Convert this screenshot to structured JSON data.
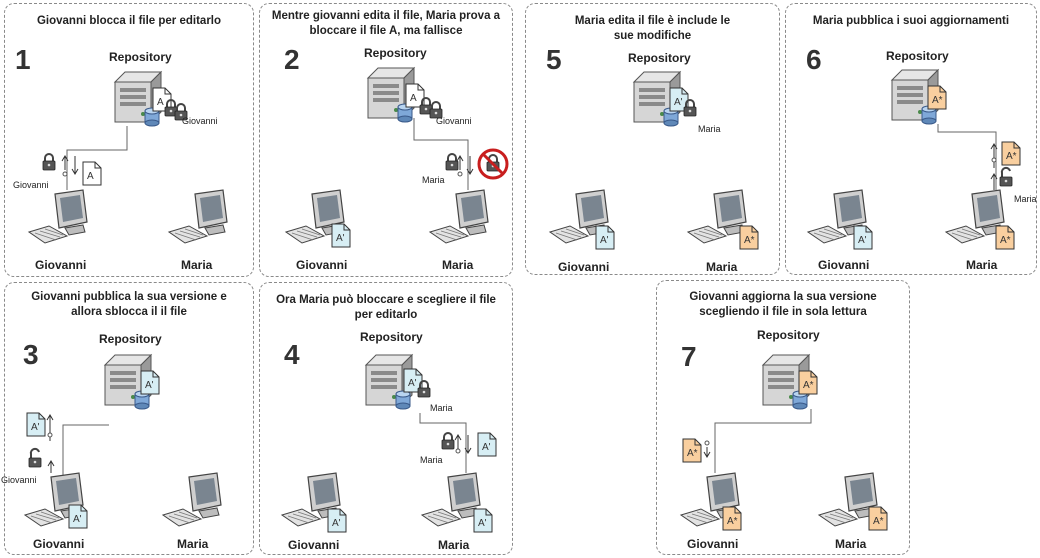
{
  "labels": {
    "repository": "Repository",
    "giovanni": "Giovanni",
    "maria": "Maria",
    "file_a": "A",
    "file_a_prime": "A'",
    "file_a_star": "A*"
  },
  "panels": [
    {
      "number": "1",
      "title": "Giovanni blocca il file per editarlo"
    },
    {
      "number": "2",
      "title": "Mentre giovanni edita il file,  Maria prova a bloccare il file A, ma fallisce"
    },
    {
      "number": "5",
      "title": "Maria edita il file è include le sue modifiche"
    },
    {
      "number": "6",
      "title": "Maria pubblica i suoi aggiornamenti"
    },
    {
      "number": "3",
      "title": "Giovanni pubblica la sua versione e allora sblocca il il file"
    },
    {
      "number": "4",
      "title": "Ora Maria può bloccare e scegliere il file per editarlo"
    },
    {
      "number": "7",
      "title": "Giovanni  aggiorna la sua versione scegliendo il file in sola lettura"
    }
  ],
  "colors": {
    "border": "#8a8a8a",
    "file_white": "#ffffff",
    "file_blue": "#d7eef4",
    "file_orange": "#f9cf9f",
    "lock": "#555555",
    "forbidden": "#c81e1e"
  }
}
